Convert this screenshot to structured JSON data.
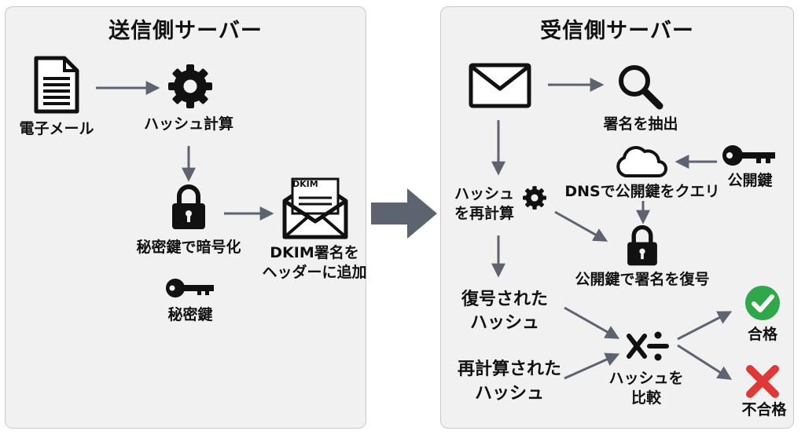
{
  "left_panel": {
    "title": "送信側サーバー",
    "email": "電子メール",
    "hash": "ハッシュ計算",
    "encrypt": "秘密鍵で暗号化",
    "dkim_badge": "DKIM",
    "add_header_1": "DKIM署名を",
    "add_header_2": "ヘッダーに追加",
    "private_key": "秘密鍵"
  },
  "right_panel": {
    "title": "受信側サーバー",
    "extract": "署名を抽出",
    "dns_query": "DNSで公開鍵をクエリ",
    "public_key": "公開鍵",
    "rehash_1": "ハッシュ",
    "rehash_2": "を再計算",
    "decrypt": "公開鍵で署名を復号",
    "decrypted_hash_1": "復号された",
    "decrypted_hash_2": "ハッシュ",
    "recomputed_hash_1": "再計算された",
    "recomputed_hash_2": "ハッシュ",
    "compare_1": "ハッシュを",
    "compare_2": "比較",
    "pass": "合格",
    "fail": "不合格"
  },
  "colors": {
    "arrow": "#5d6470",
    "pass": "#2ea84b",
    "fail": "#e03737",
    "panel_bg": "#f1f1f1"
  }
}
